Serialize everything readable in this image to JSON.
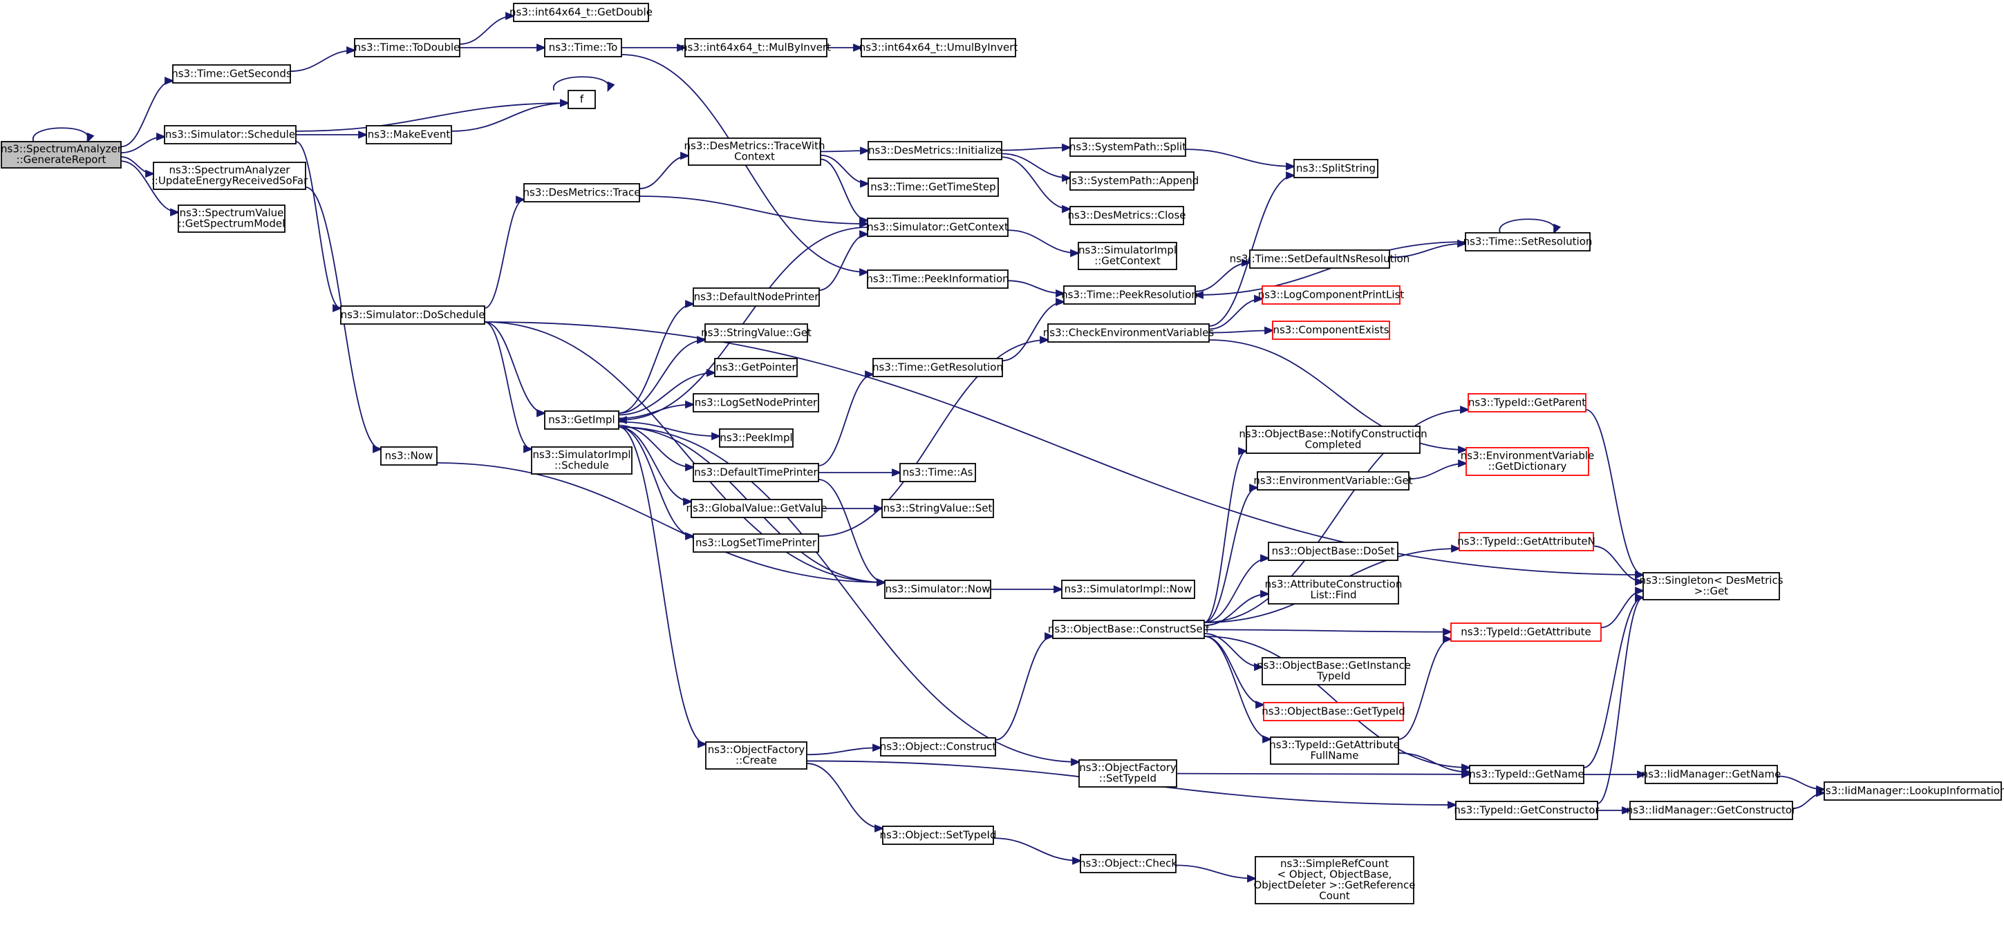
{
  "graph": {
    "title": "",
    "edge_color": "#191970",
    "root_fill": "#bfbfbf",
    "truncated_border_color": "#ff0000",
    "nodes": [
      {
        "id": "gen",
        "lines": [
          "ns3::SpectrumAnalyzer",
          "::GenerateReport"
        ],
        "root": true
      },
      {
        "id": "getsec",
        "lines": [
          "ns3::Time::GetSeconds"
        ]
      },
      {
        "id": "todouble",
        "lines": [
          "ns3::Time::ToDouble"
        ]
      },
      {
        "id": "i64getdouble",
        "lines": [
          "ns3::int64x64_t::GetDouble"
        ]
      },
      {
        "id": "timeto",
        "lines": [
          "ns3::Time::To"
        ]
      },
      {
        "id": "mulbyinv",
        "lines": [
          "ns3::int64x64_t::MulByInvert"
        ]
      },
      {
        "id": "umulbyinv",
        "lines": [
          "ns3::int64x64_t::UmulByInvert"
        ]
      },
      {
        "id": "f",
        "lines": [
          "f"
        ]
      },
      {
        "id": "simsched",
        "lines": [
          "ns3::Simulator::Schedule"
        ]
      },
      {
        "id": "makeevent",
        "lines": [
          "ns3::MakeEvent"
        ]
      },
      {
        "id": "upden",
        "lines": [
          "ns3::SpectrumAnalyzer",
          "::UpdateEnergyReceivedSoFar"
        ]
      },
      {
        "id": "getspecmodel",
        "lines": [
          "ns3::SpectrumValue",
          "::GetSpectrumModel"
        ]
      },
      {
        "id": "dmtracectx",
        "lines": [
          "ns3::DesMetrics::TraceWith",
          "Context"
        ]
      },
      {
        "id": "dminit",
        "lines": [
          "ns3::DesMetrics::Initialize"
        ]
      },
      {
        "id": "spsplit",
        "lines": [
          "ns3::SystemPath::Split"
        ]
      },
      {
        "id": "spappend",
        "lines": [
          "ns3::SystemPath::Append"
        ]
      },
      {
        "id": "dmclose",
        "lines": [
          "ns3::DesMetrics::Close"
        ]
      },
      {
        "id": "splitstring",
        "lines": [
          "ns3::SplitString"
        ]
      },
      {
        "id": "gettimestep",
        "lines": [
          "ns3::Time::GetTimeStep"
        ]
      },
      {
        "id": "dmtrace",
        "lines": [
          "ns3::DesMetrics::Trace"
        ]
      },
      {
        "id": "simgetctx",
        "lines": [
          "ns3::Simulator::GetContext"
        ]
      },
      {
        "id": "simimplgetctx",
        "lines": [
          "ns3::SimulatorImpl",
          "::GetContext"
        ]
      },
      {
        "id": "peekinfo",
        "lines": [
          "ns3::Time::PeekInformation"
        ]
      },
      {
        "id": "peekres",
        "lines": [
          "ns3::Time::PeekResolution"
        ]
      },
      {
        "id": "setdefns",
        "lines": [
          "ns3::Time::SetDefaultNsResolution"
        ]
      },
      {
        "id": "setres",
        "lines": [
          "ns3::Time::SetResolution"
        ]
      },
      {
        "id": "logcompprint",
        "lines": [
          "ns3::LogComponentPrintList"
        ],
        "red": true
      },
      {
        "id": "compexists",
        "lines": [
          "ns3::ComponentExists"
        ],
        "red": true
      },
      {
        "id": "checkenv",
        "lines": [
          "ns3::CheckEnvironmentVariables"
        ]
      },
      {
        "id": "dosched",
        "lines": [
          "ns3::Simulator::DoSchedule"
        ]
      },
      {
        "id": "defnodeprinter",
        "lines": [
          "ns3::DefaultNodePrinter"
        ]
      },
      {
        "id": "strvalget",
        "lines": [
          "ns3::StringValue::Get"
        ]
      },
      {
        "id": "getpointer",
        "lines": [
          "ns3::GetPointer"
        ]
      },
      {
        "id": "logsetnode",
        "lines": [
          "ns3::LogSetNodePrinter"
        ]
      },
      {
        "id": "peekimpl",
        "lines": [
          "ns3::PeekImpl"
        ]
      },
      {
        "id": "getimpl",
        "lines": [
          "ns3::GetImpl"
        ]
      },
      {
        "id": "deftimeprinter",
        "lines": [
          "ns3::DefaultTimePrinter"
        ]
      },
      {
        "id": "timegetres",
        "lines": [
          "ns3::Time::GetResolution"
        ]
      },
      {
        "id": "timeas",
        "lines": [
          "ns3::Time::As"
        ]
      },
      {
        "id": "gvgetvalue",
        "lines": [
          "ns3::GlobalValue::GetValue"
        ]
      },
      {
        "id": "strvalset",
        "lines": [
          "ns3::StringValue::Set"
        ]
      },
      {
        "id": "logsettime",
        "lines": [
          "ns3::LogSetTimePrinter"
        ]
      },
      {
        "id": "simimplsched",
        "lines": [
          "ns3::SimulatorImpl",
          "::Schedule"
        ]
      },
      {
        "id": "nsnow",
        "lines": [
          "ns3::Now"
        ]
      },
      {
        "id": "simnow",
        "lines": [
          "ns3::Simulator::Now"
        ]
      },
      {
        "id": "simimplnow",
        "lines": [
          "ns3::SimulatorImpl::Now"
        ]
      },
      {
        "id": "tidgetparent",
        "lines": [
          "ns3::TypeId::GetParent"
        ],
        "red": true
      },
      {
        "id": "obnotify",
        "lines": [
          "ns3::ObjectBase::NotifyConstruction",
          "Completed"
        ]
      },
      {
        "id": "envget",
        "lines": [
          "ns3::EnvironmentVariable::Get"
        ]
      },
      {
        "id": "envgetdict",
        "lines": [
          "ns3::EnvironmentVariable",
          "::GetDictionary"
        ],
        "red": true
      },
      {
        "id": "tidgetattrn",
        "lines": [
          "ns3::TypeId::GetAttributeN"
        ],
        "red": true
      },
      {
        "id": "obdoset",
        "lines": [
          "ns3::ObjectBase::DoSet"
        ]
      },
      {
        "id": "acfind",
        "lines": [
          "ns3::AttributeConstruction",
          "List::Find"
        ]
      },
      {
        "id": "singleton",
        "lines": [
          "ns3::Singleton< DesMetrics",
          ">::Get"
        ]
      },
      {
        "id": "obconstruct",
        "lines": [
          "ns3::ObjectBase::ConstructSelf"
        ]
      },
      {
        "id": "tidgetattr",
        "lines": [
          "ns3::TypeId::GetAttribute"
        ],
        "red": true
      },
      {
        "id": "obgetinst",
        "lines": [
          "ns3::ObjectBase::GetInstance",
          "TypeId"
        ]
      },
      {
        "id": "obgettid",
        "lines": [
          "ns3::ObjectBase::GetTypeId"
        ],
        "red": true
      },
      {
        "id": "tidgetattrfull",
        "lines": [
          "ns3::TypeId::GetAttribute",
          "FullName"
        ]
      },
      {
        "id": "tidgetname",
        "lines": [
          "ns3::TypeId::GetName"
        ]
      },
      {
        "id": "iidgetname",
        "lines": [
          "ns3::IidManager::GetName"
        ]
      },
      {
        "id": "iidlookup",
        "lines": [
          "ns3::IidManager::LookupInformation"
        ]
      },
      {
        "id": "tidgetctor",
        "lines": [
          "ns3::TypeId::GetConstructor"
        ]
      },
      {
        "id": "iidgetctor",
        "lines": [
          "ns3::IidManager::GetConstructor"
        ]
      },
      {
        "id": "ofcreate",
        "lines": [
          "ns3::ObjectFactory",
          "::Create"
        ]
      },
      {
        "id": "objconstruct",
        "lines": [
          "ns3::Object::Construct"
        ]
      },
      {
        "id": "ofsettid",
        "lines": [
          "ns3::ObjectFactory",
          "::SetTypeId"
        ]
      },
      {
        "id": "objsettid",
        "lines": [
          "ns3::Object::SetTypeId"
        ]
      },
      {
        "id": "objcheck",
        "lines": [
          "ns3::Object::Check"
        ]
      },
      {
        "id": "srcgetref",
        "lines": [
          "ns3::SimpleRefCount",
          "< Object, ObjectBase,",
          "ObjectDeleter >::GetReference",
          "Count"
        ]
      }
    ],
    "edges": [
      [
        "gen",
        "gen"
      ],
      [
        "gen",
        "getsec"
      ],
      [
        "gen",
        "simsched"
      ],
      [
        "gen",
        "upden"
      ],
      [
        "gen",
        "getspecmodel"
      ],
      [
        "getsec",
        "todouble"
      ],
      [
        "todouble",
        "i64getdouble"
      ],
      [
        "todouble",
        "timeto"
      ],
      [
        "timeto",
        "mulbyinv"
      ],
      [
        "mulbyinv",
        "umulbyinv"
      ],
      [
        "timeto",
        "peekinfo"
      ],
      [
        "f",
        "f"
      ],
      [
        "simsched",
        "f"
      ],
      [
        "simsched",
        "makeevent"
      ],
      [
        "makeevent",
        "f"
      ],
      [
        "simsched",
        "dosched"
      ],
      [
        "upden",
        "nsnow"
      ],
      [
        "dosched",
        "singleton"
      ],
      [
        "dosched",
        "dmtrace"
      ],
      [
        "dosched",
        "getimpl"
      ],
      [
        "dosched",
        "simimplsched"
      ],
      [
        "dosched",
        "simnow"
      ],
      [
        "dmtrace",
        "dmtracectx"
      ],
      [
        "dmtrace",
        "simgetctx"
      ],
      [
        "dmtracectx",
        "dminit"
      ],
      [
        "dmtracectx",
        "gettimestep"
      ],
      [
        "dmtracectx",
        "simgetctx"
      ],
      [
        "dminit",
        "spsplit"
      ],
      [
        "dminit",
        "spappend"
      ],
      [
        "dminit",
        "dmclose"
      ],
      [
        "spsplit",
        "splitstring"
      ],
      [
        "simgetctx",
        "simimplgetctx"
      ],
      [
        "simgetctx",
        "getimpl"
      ],
      [
        "peekinfo",
        "peekres"
      ],
      [
        "setdefns",
        "setres"
      ],
      [
        "setres",
        "setres"
      ],
      [
        "setres",
        "peekres"
      ],
      [
        "peekres",
        "setdefns"
      ],
      [
        "checkenv",
        "splitstring"
      ],
      [
        "checkenv",
        "logcompprint"
      ],
      [
        "checkenv",
        "compexists"
      ],
      [
        "checkenv",
        "envgetdict"
      ],
      [
        "defnodeprinter",
        "simgetctx"
      ],
      [
        "getimpl",
        "defnodeprinter"
      ],
      [
        "getimpl",
        "strvalget"
      ],
      [
        "getimpl",
        "getpointer"
      ],
      [
        "getimpl",
        "logsetnode"
      ],
      [
        "getimpl",
        "peekimpl"
      ],
      [
        "getimpl",
        "deftimeprinter"
      ],
      [
        "getimpl",
        "gvgetvalue"
      ],
      [
        "getimpl",
        "logsettime"
      ],
      [
        "getimpl",
        "ofcreate"
      ],
      [
        "getimpl",
        "ofsettid"
      ],
      [
        "getimpl",
        "simnow"
      ],
      [
        "deftimeprinter",
        "timegetres"
      ],
      [
        "deftimeprinter",
        "timeas"
      ],
      [
        "deftimeprinter",
        "simnow"
      ],
      [
        "timegetres",
        "peekres"
      ],
      [
        "gvgetvalue",
        "strvalset"
      ],
      [
        "logsettime",
        "checkenv"
      ],
      [
        "nsnow",
        "simnow"
      ],
      [
        "simnow",
        "simimplnow"
      ],
      [
        "obconstruct",
        "tidgetparent"
      ],
      [
        "obconstruct",
        "obnotify"
      ],
      [
        "obconstruct",
        "envget"
      ],
      [
        "envget",
        "envgetdict"
      ],
      [
        "obconstruct",
        "tidgetattrn"
      ],
      [
        "obconstruct",
        "obdoset"
      ],
      [
        "obconstruct",
        "acfind"
      ],
      [
        "obconstruct",
        "tidgetattr"
      ],
      [
        "obconstruct",
        "obgetinst"
      ],
      [
        "obconstruct",
        "obgettid"
      ],
      [
        "obconstruct",
        "tidgetattrfull"
      ],
      [
        "obconstruct",
        "tidgetname"
      ],
      [
        "tidgetparent",
        "singleton"
      ],
      [
        "tidgetattrn",
        "singleton"
      ],
      [
        "tidgetattr",
        "singleton"
      ],
      [
        "tidgetattrfull",
        "tidgetattr"
      ],
      [
        "tidgetattrfull",
        "tidgetname"
      ],
      [
        "tidgetname",
        "singleton"
      ],
      [
        "tidgetname",
        "iidgetname"
      ],
      [
        "iidgetname",
        "iidlookup"
      ],
      [
        "tidgetctor",
        "singleton"
      ],
      [
        "tidgetctor",
        "iidgetctor"
      ],
      [
        "iidgetctor",
        "iidlookup"
      ],
      [
        "ofcreate",
        "objconstruct"
      ],
      [
        "ofcreate",
        "objsettid"
      ],
      [
        "ofcreate",
        "tidgetctor"
      ],
      [
        "objconstruct",
        "obconstruct"
      ],
      [
        "ofsettid",
        "tidgetname"
      ],
      [
        "objsettid",
        "objcheck"
      ],
      [
        "objcheck",
        "srcgetref"
      ]
    ]
  }
}
